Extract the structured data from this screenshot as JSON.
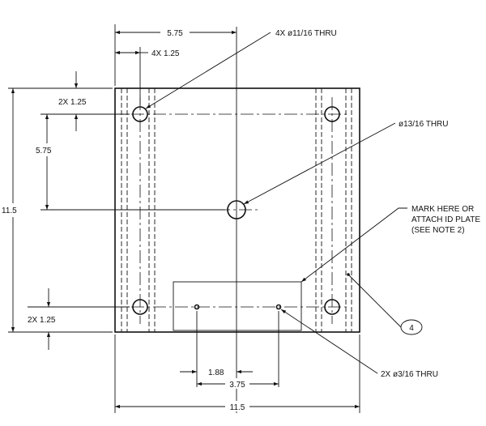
{
  "dimensions": {
    "top_overall": "5.75",
    "top_hole_offset": "4X 1.25",
    "left_top_offset": "2X 1.25",
    "left_mid": "5.75",
    "left_overall": "11.5",
    "left_bottom_offset": "2X 1.25",
    "bottom_small": "1.88",
    "bottom_mid": "3.75",
    "bottom_overall": "11.5"
  },
  "callouts": {
    "corner_holes": "4X ø11/16 THRU",
    "center_hole": "ø13/16 THRU",
    "mark_line1": "MARK HERE OR",
    "mark_line2": "ATTACH ID PLATE",
    "mark_line3": "(SEE NOTE 2)",
    "small_holes": "2X ø3/16 THRU",
    "balloon": "4"
  }
}
